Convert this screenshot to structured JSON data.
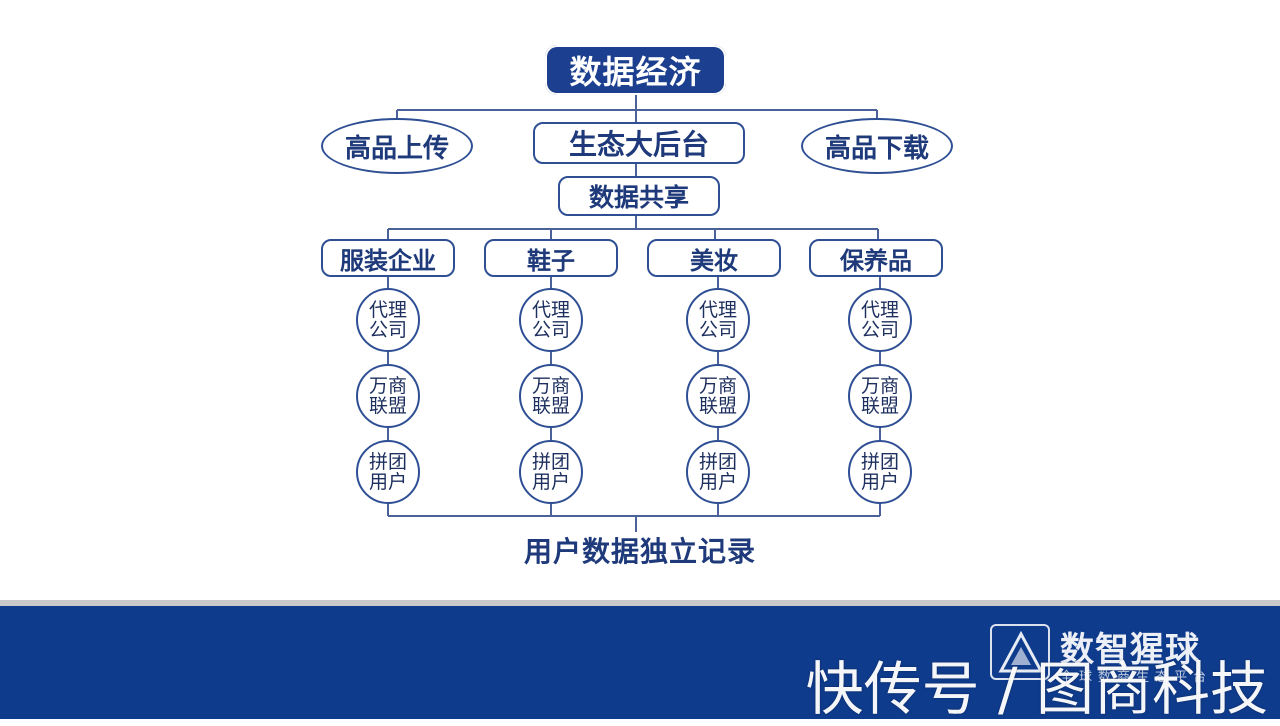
{
  "root": "数据经济",
  "left_ellipse": "高品上传",
  "hub": "生态大后台",
  "right_ellipse": "高品下载",
  "share": "数据共享",
  "categories": [
    {
      "label": "服装企业",
      "levels": [
        {
          "line1": "代理",
          "line2": "公司"
        },
        {
          "line1": "万商",
          "line2": "联盟"
        },
        {
          "line1": "拼团",
          "line2": "用户"
        }
      ]
    },
    {
      "label": "鞋子",
      "levels": [
        {
          "line1": "代理",
          "line2": "公司"
        },
        {
          "line1": "万商",
          "line2": "联盟"
        },
        {
          "line1": "拼团",
          "line2": "用户"
        }
      ]
    },
    {
      "label": "美妆",
      "levels": [
        {
          "line1": "代理",
          "line2": "公司"
        },
        {
          "line1": "万商",
          "line2": "联盟"
        },
        {
          "line1": "拼团",
          "line2": "用户"
        }
      ]
    },
    {
      "label": "保养品",
      "levels": [
        {
          "line1": "代理",
          "line2": "公司"
        },
        {
          "line1": "万商",
          "line2": "联盟"
        },
        {
          "line1": "拼团",
          "line2": "用户"
        }
      ]
    }
  ],
  "footer": "用户数据独立记录",
  "brand": {
    "name": "数智猩球",
    "slogan": "全球数商生态平台",
    "logo_icon": "triangle-logo-icon"
  },
  "watermark": "快传号 / 图商科技",
  "colors": {
    "primary": "#1d3f8f",
    "band": "#0f3b8c",
    "text": "#1f3a7a",
    "line": "#4a6299"
  }
}
